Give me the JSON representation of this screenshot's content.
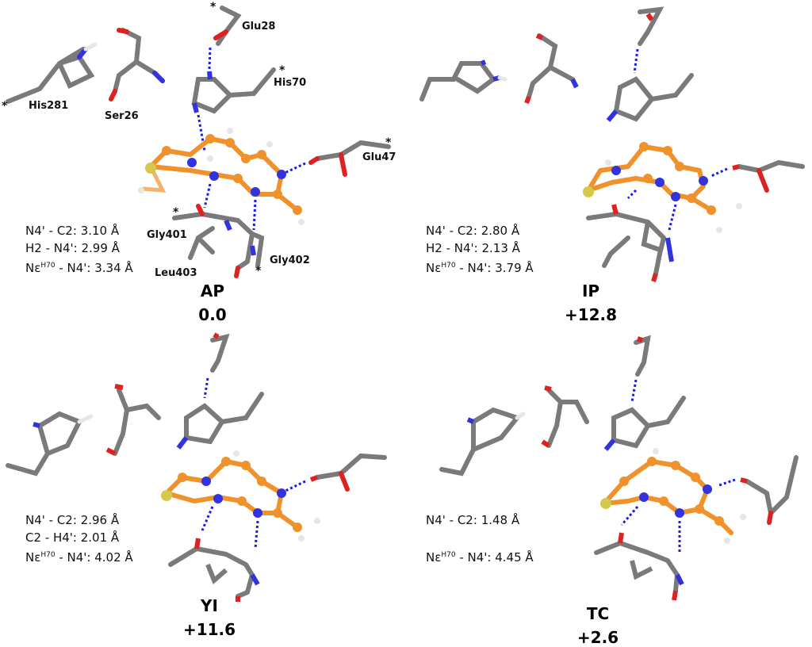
{
  "panels": [
    {
      "id": "AP",
      "state": "AP",
      "energy": "0.0",
      "measurements": [
        {
          "label": "N4' - C2",
          "value": "3.10 Å"
        },
        {
          "label": "H2 - N4'",
          "value": "2.99 Å"
        },
        {
          "label": "Nε",
          "sup": "H70",
          "label_tail": " - N4'",
          "value": "3.34 Å"
        }
      ],
      "residues": [
        "His281",
        "Ser26",
        "Glu28",
        "His70",
        "Glu47",
        "Gly401",
        "Gly402",
        "Leu403"
      ]
    },
    {
      "id": "IP",
      "state": "IP",
      "energy": "+12.8",
      "measurements": [
        {
          "label": "N4' - C2",
          "value": "2.80 Å"
        },
        {
          "label": "H2 - N4'",
          "value": "2.13 Å"
        },
        {
          "label": "Nε",
          "sup": "H70",
          "label_tail": " - N4'",
          "value": "3.79 Å"
        }
      ],
      "residues": []
    },
    {
      "id": "YI",
      "state": "YI",
      "energy": "+11.6",
      "measurements": [
        {
          "label": "N4' - C2",
          "value": "2.96 Å"
        },
        {
          "label": "C2 - H4'",
          "value": "2.01 Å"
        },
        {
          "label": "Nε",
          "sup": "H70",
          "label_tail": " - N4'",
          "value": "4.02 Å"
        }
      ],
      "residues": []
    },
    {
      "id": "TC",
      "state": "TC",
      "energy": "+2.6",
      "measurements": [
        {
          "label": "N4' - C2",
          "value": "1.48 Å"
        },
        {
          "label": "",
          "value": ""
        },
        {
          "label": "Nε",
          "sup": "H70",
          "label_tail": " - N4'",
          "value": "4.45 Å"
        }
      ],
      "residues": []
    }
  ],
  "colors": {
    "carbon_protein": "#7a7a7a",
    "carbon_ligand": "#f0922b",
    "nitrogen": "#3333dd",
    "oxygen": "#dd2222",
    "sulfur": "#d6c84a",
    "hydrogen": "#e6e6e6",
    "hbond": "#1a1aee"
  }
}
